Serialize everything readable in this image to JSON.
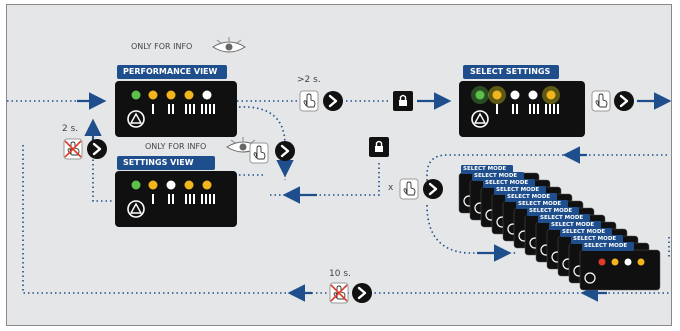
{
  "labels": {
    "info_top": "ONLY FOR INFO",
    "info_mid": "ONLY FOR INFO",
    "performance_view": "PERFORMANCE VIEW",
    "settings_view": "SETTINGS VIEW",
    "select_settings": "SELECT SETTINGS",
    "select_mode": "SELECT MODE"
  },
  "timings": {
    "hold_long": ">2 s.",
    "wait_short": "2 s.",
    "wait_long": "10 s.",
    "repeat": "x"
  },
  "icons": {
    "eye": "eye-icon",
    "hand": "hand-press-icon",
    "hand_crossed": "no-press-icon",
    "arrow": "arrow-right-icon",
    "lock": "lock-icon"
  },
  "colors": {
    "background": "#e4e6e8",
    "panel": "#101010",
    "tab": "#1f4e8c",
    "flow": "#1f4e8c",
    "led_green": "#5cc14a",
    "led_yellow": "#f2b51c",
    "led_white": "#ffffff",
    "led_red": "#e03a2c"
  }
}
